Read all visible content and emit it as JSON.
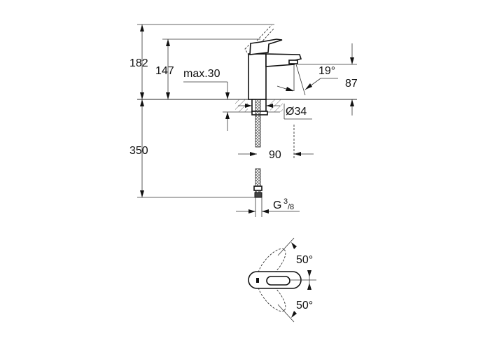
{
  "drawing": {
    "dimensions": {
      "total_height": "182",
      "spout_height": "147",
      "max_deck": "max.30",
      "spout_angle": "19°",
      "outlet_height": "87",
      "hole_diameter": "Ø34",
      "spout_reach": "90",
      "hose_length": "350",
      "thread_g": "G",
      "thread_num": "3",
      "thread_den": "/8",
      "lever_angle_up": "50°",
      "lever_angle_down": "50°"
    }
  }
}
